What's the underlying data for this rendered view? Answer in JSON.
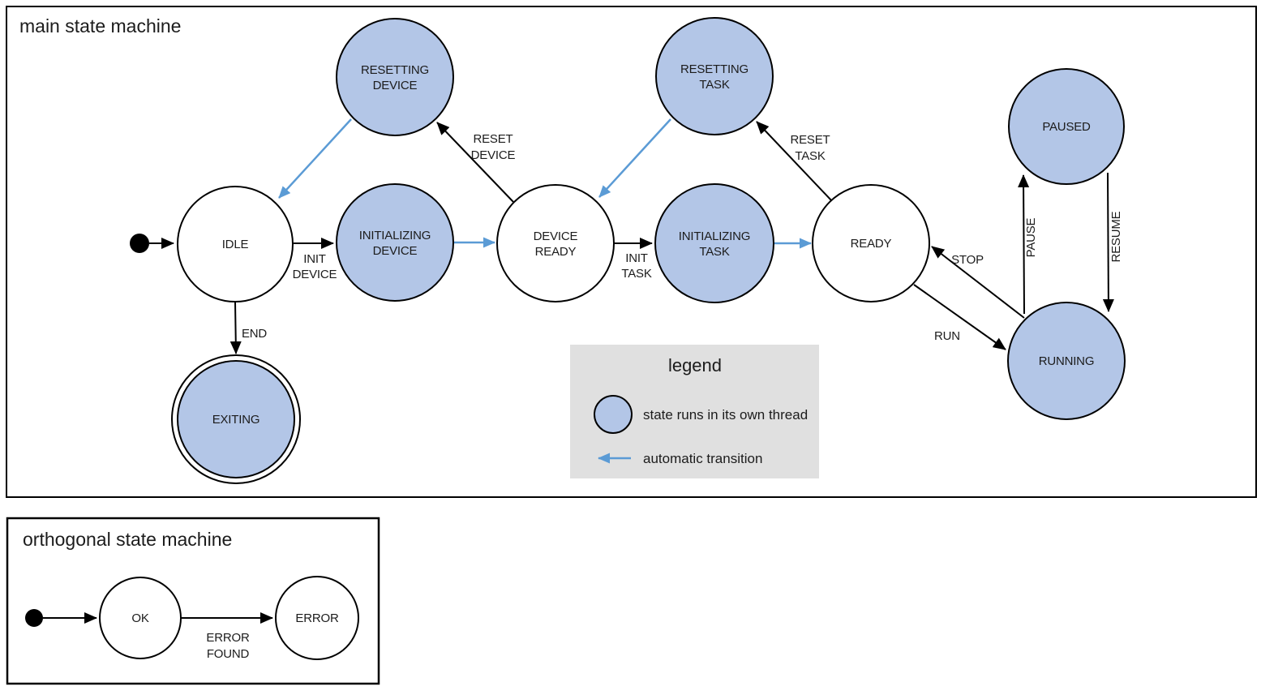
{
  "main": {
    "title": "main state machine",
    "states": {
      "resetting_device": {
        "line1": "RESETTING",
        "line2": "DEVICE"
      },
      "resetting_task": {
        "line1": "RESETTING",
        "line2": "TASK"
      },
      "paused": {
        "label": "PAUSED"
      },
      "idle": {
        "label": "IDLE"
      },
      "initializing_device": {
        "line1": "INITIALIZING",
        "line2": "DEVICE"
      },
      "device_ready": {
        "line1": "DEVICE",
        "line2": "READY"
      },
      "initializing_task": {
        "line1": "INITIALIZING",
        "line2": "TASK"
      },
      "ready": {
        "label": "READY"
      },
      "running": {
        "label": "RUNNING"
      },
      "exiting": {
        "label": "EXITING"
      }
    },
    "transitions": {
      "init_device": {
        "line1": "INIT",
        "line2": "DEVICE"
      },
      "reset_device": {
        "line1": "RESET",
        "line2": "DEVICE"
      },
      "init_task": {
        "line1": "INIT",
        "line2": "TASK"
      },
      "reset_task": {
        "line1": "RESET",
        "line2": "TASK"
      },
      "end": {
        "label": "END"
      },
      "run": {
        "label": "RUN"
      },
      "stop": {
        "label": "STOP"
      },
      "pause": {
        "label": "PAUSE"
      },
      "resume": {
        "label": "RESUME"
      }
    }
  },
  "legend": {
    "title": "legend",
    "thread_label": "state runs in its own thread",
    "auto_label": "automatic transition"
  },
  "orthogonal": {
    "title": "orthogonal state machine",
    "states": {
      "ok": {
        "label": "OK"
      },
      "error": {
        "label": "ERROR"
      }
    },
    "transitions": {
      "error_found": {
        "line1": "ERROR",
        "line2": "FOUND"
      }
    }
  },
  "colors": {
    "threaded_state_fill": "#b3c6e7",
    "automatic_transition": "#5b9bd5",
    "legend_background": "#e0e0e0",
    "stroke": "#000000",
    "text": "#1c1c1c"
  }
}
